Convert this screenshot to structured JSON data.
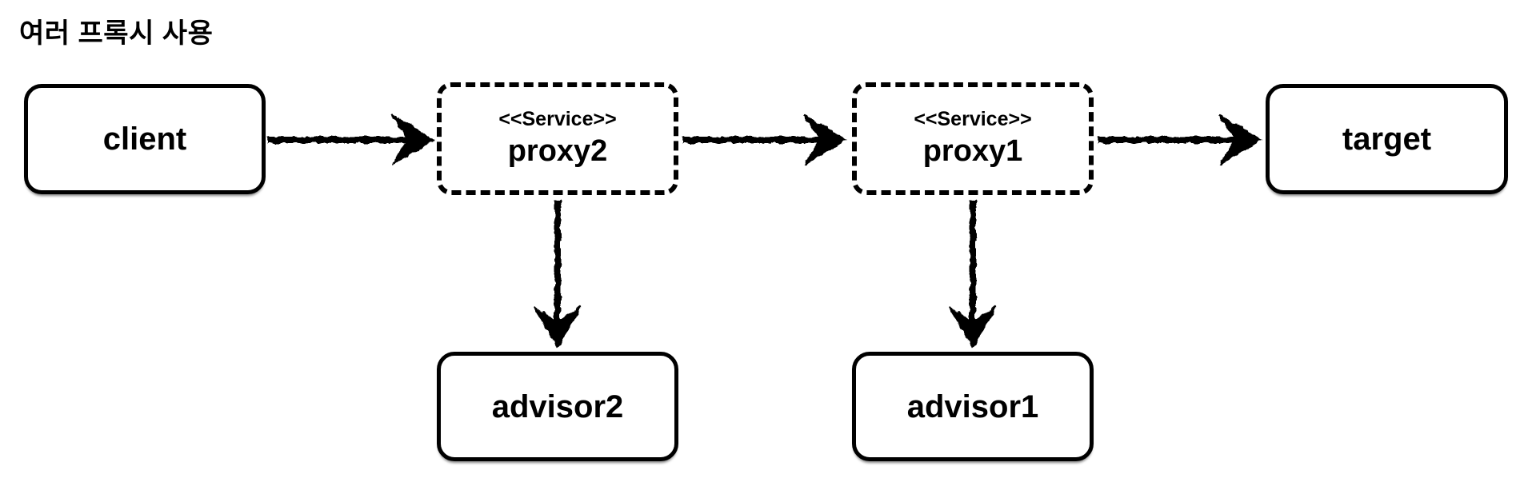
{
  "title": "여러 프록시 사용",
  "colors": {
    "background": "#ffffff",
    "foreground": "#000000"
  },
  "diagram": {
    "type": "flow",
    "nodes": [
      {
        "id": "client",
        "label": "client",
        "stereotype": "",
        "border_style": "solid"
      },
      {
        "id": "proxy2",
        "label": "proxy2",
        "stereotype": "<<Service>>",
        "border_style": "dashed"
      },
      {
        "id": "proxy1",
        "label": "proxy1",
        "stereotype": "<<Service>>",
        "border_style": "dashed"
      },
      {
        "id": "target",
        "label": "target",
        "stereotype": "",
        "border_style": "solid"
      },
      {
        "id": "advisor2",
        "label": "advisor2",
        "stereotype": "",
        "border_style": "solid"
      },
      {
        "id": "advisor1",
        "label": "advisor1",
        "stereotype": "",
        "border_style": "solid"
      }
    ],
    "edges": [
      {
        "from": "client",
        "to": "proxy2",
        "direction": "right"
      },
      {
        "from": "proxy2",
        "to": "proxy1",
        "direction": "right"
      },
      {
        "from": "proxy1",
        "to": "target",
        "direction": "right"
      },
      {
        "from": "proxy2",
        "to": "advisor2",
        "direction": "down"
      },
      {
        "from": "proxy1",
        "to": "advisor1",
        "direction": "down"
      }
    ]
  }
}
